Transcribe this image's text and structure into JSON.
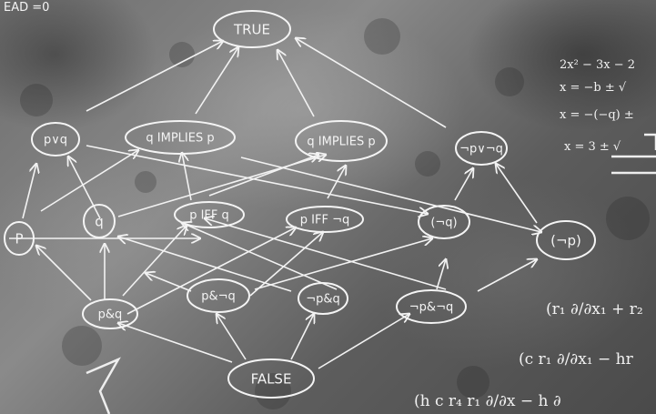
{
  "graph": {
    "nodes": [
      {
        "id": "true",
        "label": "TRUE"
      },
      {
        "id": "p_or_q",
        "label": "p∨q"
      },
      {
        "id": "q_implies_p",
        "label": "q IMPLIES p"
      },
      {
        "id": "q_implies_p2",
        "label": "q IMPLIES p"
      },
      {
        "id": "notp_or_q",
        "label": "¬p∨¬q"
      },
      {
        "id": "p",
        "label": "P"
      },
      {
        "id": "q",
        "label": "q"
      },
      {
        "id": "p_iff_q",
        "label": "p IFF q"
      },
      {
        "id": "p_iff_notq",
        "label": "p IFF ¬q"
      },
      {
        "id": "notq",
        "label": "(¬q)"
      },
      {
        "id": "notp",
        "label": "(¬p)"
      },
      {
        "id": "p_and_q",
        "label": "p&q"
      },
      {
        "id": "p_and_notq",
        "label": "p&¬q"
      },
      {
        "id": "notp_and_q",
        "label": "¬p&q"
      },
      {
        "id": "notp_and_notq",
        "label": "¬p&¬q"
      },
      {
        "id": "false",
        "label": "FALSE"
      }
    ]
  },
  "corner_text": "EAD =0",
  "formulas": {
    "line1": "2x² − 3x − 2",
    "line2": "x = −b ± √",
    "line3": "x = −(−q) ±",
    "line4": "x = 3 ± √",
    "line5": "(r₁ ∂/∂x₁ + r₂",
    "line6": "(c r₁ ∂/∂x₁ − hr",
    "line7": "(h c r₄ r₁ ∂/∂x − h ∂"
  }
}
